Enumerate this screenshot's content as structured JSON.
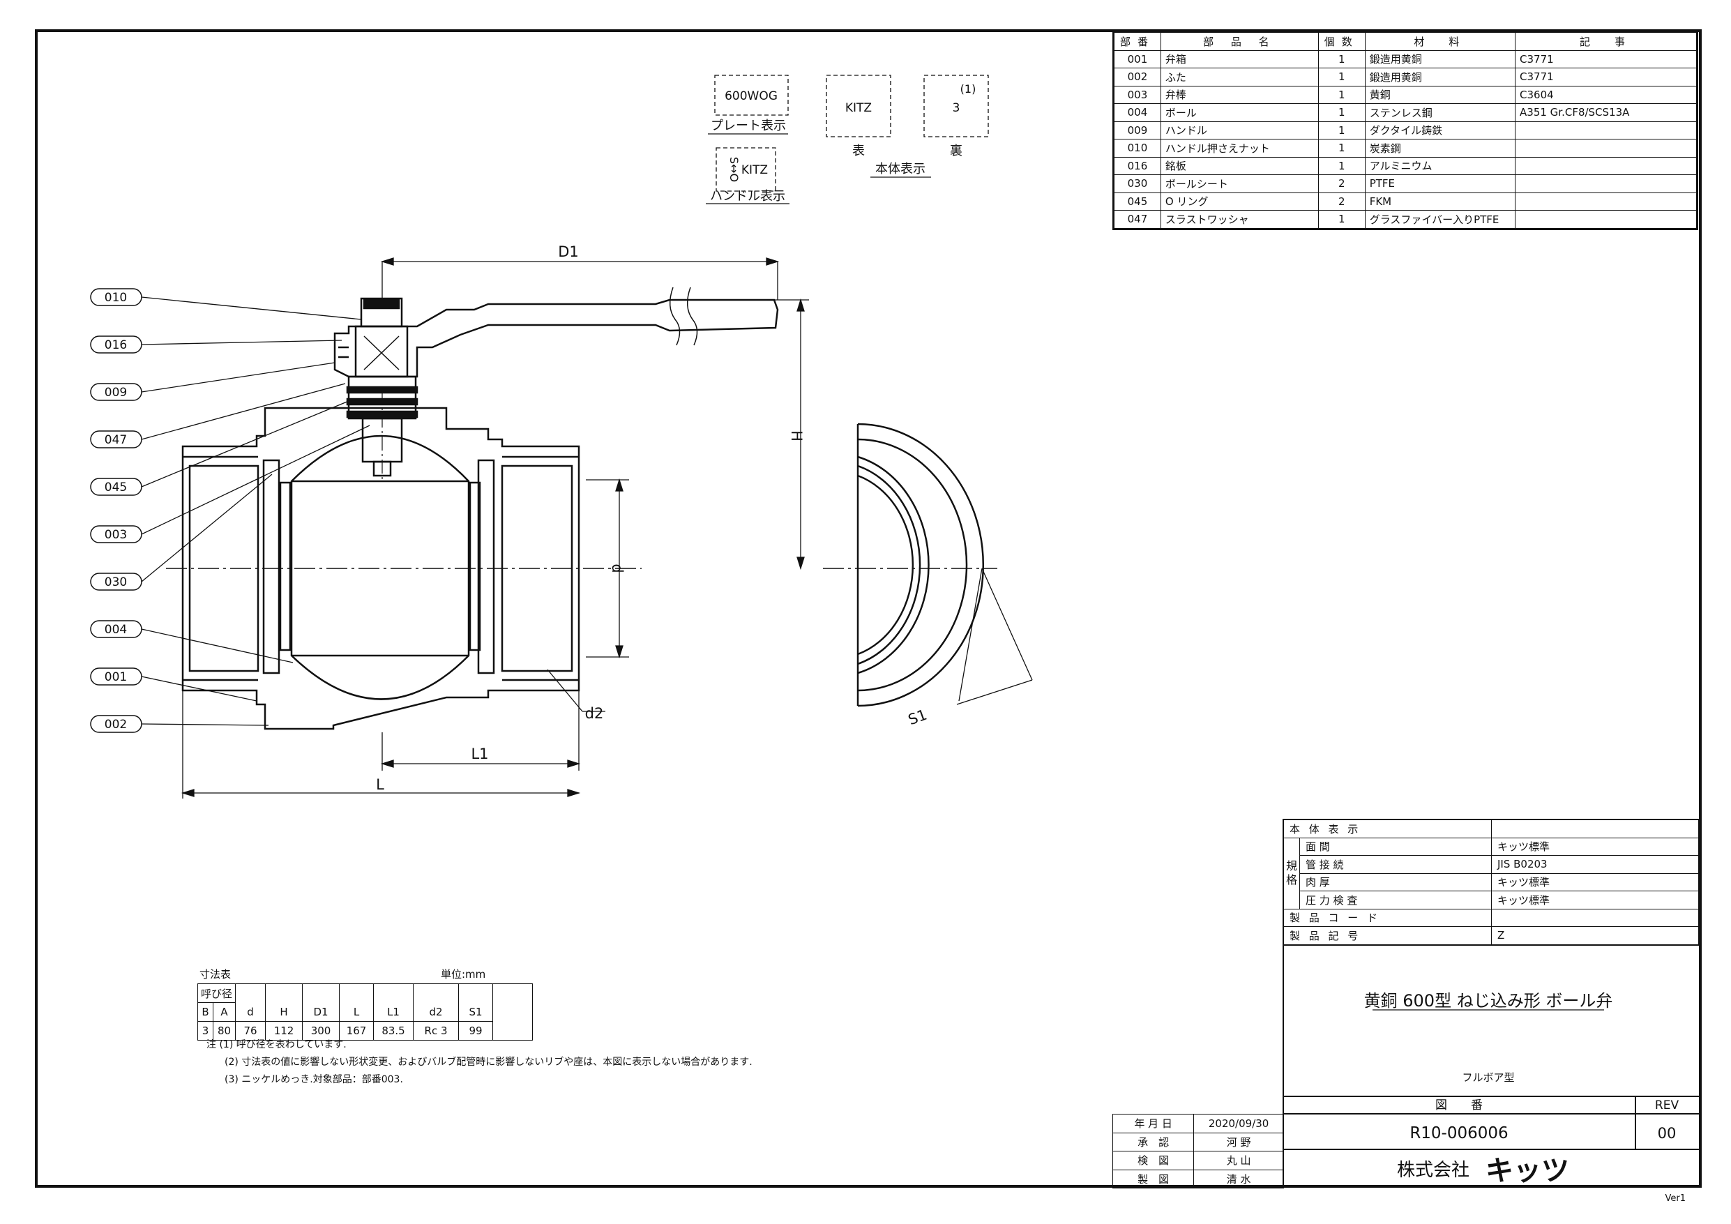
{
  "balloons": [
    "010",
    "016",
    "009",
    "047",
    "045",
    "003",
    "030",
    "004",
    "001",
    "002"
  ],
  "labels": {
    "plate_text": "600WOG",
    "plate_caption": "プレート表示",
    "handle_so": "S↔O",
    "handle_kitz": "KITZ",
    "handle_caption": "ハンドル表示",
    "body_front_text": "KITZ",
    "body_back_num": "(1)",
    "body_back_val": "3",
    "body_front_caption": "表",
    "body_back_caption": "裏",
    "body_caption": "本体表示"
  },
  "dims": {
    "D1": "D1",
    "H": "H",
    "d": "d",
    "d2": "d2",
    "L1": "L1",
    "L": "L",
    "S1": "S1"
  },
  "parts_table": {
    "headers": [
      "部番",
      "部 品 名",
      "個数",
      "材　料",
      "記　事"
    ],
    "rows": [
      [
        "001",
        "弁箱",
        "1",
        "鍛造用黄銅",
        "C3771"
      ],
      [
        "002",
        "ふた",
        "1",
        "鍛造用黄銅",
        "C3771"
      ],
      [
        "003",
        "弁棒",
        "1",
        "黄銅",
        "C3604"
      ],
      [
        "004",
        "ボール",
        "1",
        "ステンレス鋼",
        "A351 Gr.CF8/SCS13A"
      ],
      [
        "009",
        "ハンドル",
        "1",
        "ダクタイル鋳鉄",
        ""
      ],
      [
        "010",
        "ハンドル押さえナット",
        "1",
        "炭素鋼",
        ""
      ],
      [
        "016",
        "銘板",
        "1",
        "アルミニウム",
        ""
      ],
      [
        "030",
        "ボールシート",
        "2",
        "PTFE",
        ""
      ],
      [
        "045",
        "O リング",
        "2",
        "FKM",
        ""
      ],
      [
        "047",
        "スラストワッシャ",
        "1",
        "グラスファイバー入りPTFE",
        ""
      ]
    ]
  },
  "dim_table": {
    "title": "寸法表",
    "unit": "単位:mm",
    "group_header": "呼び径",
    "headers": [
      "B",
      "A",
      "d",
      "H",
      "D1",
      "L",
      "L1",
      "d2",
      "S1"
    ],
    "values": [
      "3",
      "80",
      "76",
      "112",
      "300",
      "167",
      "83.5",
      "Rc 3",
      "99"
    ]
  },
  "notes": [
    "注 (1) 呼び径を表わしています.",
    "(2) 寸法表の値に影響しない形状変更、およびバルブ配管時に影響しないリブや座は、本図に表示しない場合があります.",
    "(3) ニッケルめっき.対象部品：部番003."
  ],
  "spec_table": {
    "body_display_label": "本 体 表 示",
    "group_label": "規格",
    "rows": [
      [
        "面 間",
        "キッツ標準"
      ],
      [
        "管 接 続",
        "JIS B0203"
      ],
      [
        "肉 厚",
        "キッツ標準"
      ],
      [
        "圧 力 検 査",
        "キッツ標準"
      ]
    ],
    "product_code_label": "製 品 コ ー ド",
    "product_mark_label": "製 品 記 号",
    "product_mark_value": "Z"
  },
  "title_block": {
    "title": "黄銅 600型 ねじ込み形 ボール弁",
    "subtitle": "フルボア型",
    "drawing_no_label": "図　　番",
    "rev_label": "REV",
    "drawing_no": "R10-006006",
    "rev": "00",
    "company": "株式会社",
    "company_logo": "キッツ"
  },
  "sign_table": [
    [
      "年 月 日",
      "2020/09/30"
    ],
    [
      "承　認",
      "河 野"
    ],
    [
      "検　図",
      "丸 山"
    ],
    [
      "製　図",
      "清 水"
    ]
  ],
  "version": "Ver1"
}
